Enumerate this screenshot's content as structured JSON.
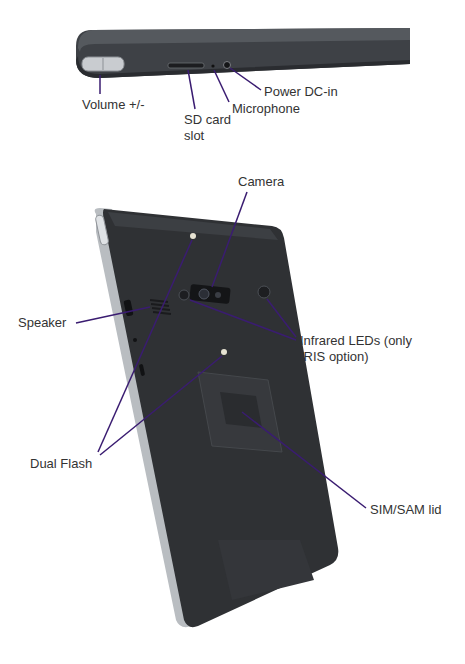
{
  "diagram": {
    "labels": [
      "Volume +/-",
      "SD card slot",
      "Microphone",
      "Power DC-in",
      "Camera",
      "Speaker",
      "Infrared LEDs (only IRIS option)",
      "Dual Flash",
      "SIM/SAM lid"
    ]
  }
}
